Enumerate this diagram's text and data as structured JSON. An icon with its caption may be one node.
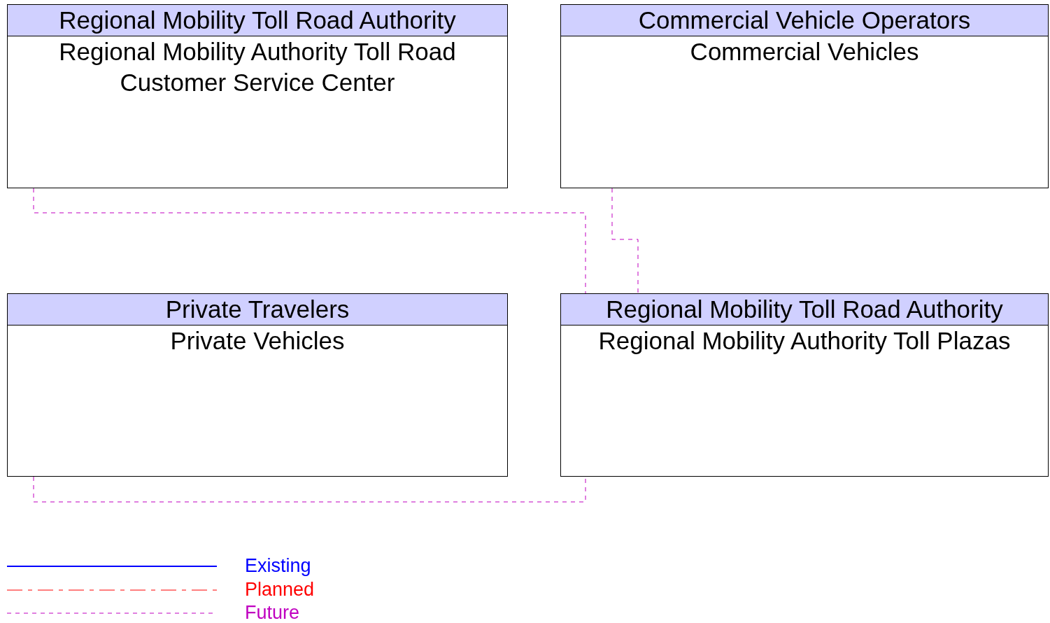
{
  "diagram": {
    "nodes": [
      {
        "text": [
          "Regional Mobility Toll Road Authority",
          "Regional Mobility Authority Toll Road Customer Service Center"
        ]
      },
      {
        "text": [
          "Commercial Vehicle Operators",
          "Commercial Vehicles"
        ]
      },
      {
        "text": [
          "Private Travelers",
          "Private Vehicles"
        ]
      },
      {
        "text": [
          "Regional Mobility Toll Road Authority",
          "Regional Mobility Authority Toll Plazas"
        ]
      }
    ],
    "edges": [
      {
        "from": 0,
        "to": 3,
        "arrow": "none",
        "style": "dashed"
      },
      {
        "from": 1,
        "to": 3,
        "arrow": "none",
        "style": "dashed"
      },
      {
        "from": 2,
        "to": 3,
        "arrow": "none",
        "style": "dashed"
      }
    ],
    "legend": [
      {
        "text": "Existing",
        "color": "#0000ff"
      },
      {
        "text": "Planned",
        "color": "#ff0000"
      },
      {
        "text": "Future",
        "color": "#c000c0"
      }
    ]
  }
}
